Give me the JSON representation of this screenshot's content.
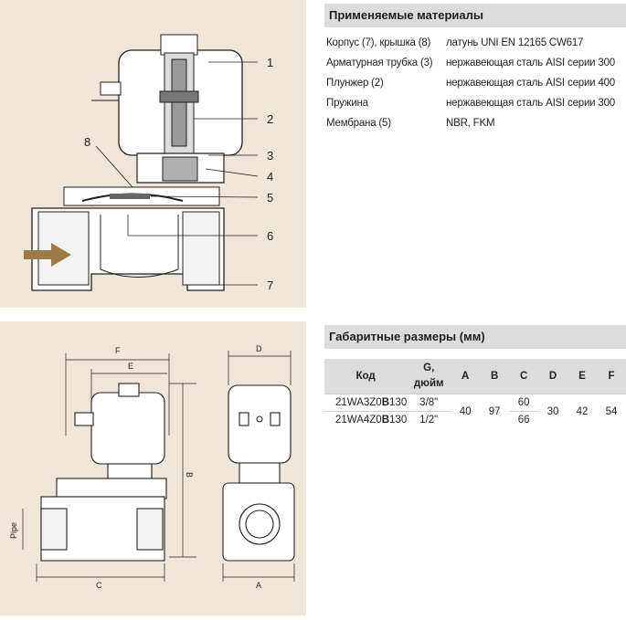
{
  "materials": {
    "title": "Применяемые материалы",
    "rows": [
      {
        "part": "Корпус (7), крышка (8)",
        "material": "латунь UNI EN 12165 CW617"
      },
      {
        "part": "Арматурная трубка (3)",
        "material": "нержавеющая сталь AISI серии 300"
      },
      {
        "part": "Плунжер (2)",
        "material": "нержавеющая сталь AISI серии 400"
      },
      {
        "part": "Пружина",
        "material": "нержавеющая сталь AISI серии 300"
      },
      {
        "part": "Мембрана (5)",
        "material": "NBR, FKM"
      }
    ]
  },
  "dimensions": {
    "title": "Габаритные размеры (мм)",
    "headers": {
      "code": "Код",
      "g_line1": "G,",
      "g_line2": "дюйм",
      "a": "A",
      "b": "B",
      "c": "C",
      "d": "D",
      "e": "E",
      "f": "F"
    },
    "rows": [
      {
        "code_pre": "21WA3Z0",
        "code_bold": "B",
        "code_post": "130",
        "g": "3/8\"",
        "c": "60"
      },
      {
        "code_pre": "21WA4Z0",
        "code_bold": "B",
        "code_post": "130",
        "g": "1/2\"",
        "c": "66"
      }
    ],
    "shared": {
      "a": "40",
      "b": "97",
      "d": "30",
      "e": "42",
      "f": "54"
    }
  },
  "callouts": [
    "1",
    "2",
    "3",
    "4",
    "5",
    "6",
    "7",
    "8"
  ],
  "dim_labels": {
    "f": "F",
    "e": "E",
    "b": "B",
    "c": "C",
    "d": "D",
    "a": "A",
    "pipe": "Pipe"
  }
}
